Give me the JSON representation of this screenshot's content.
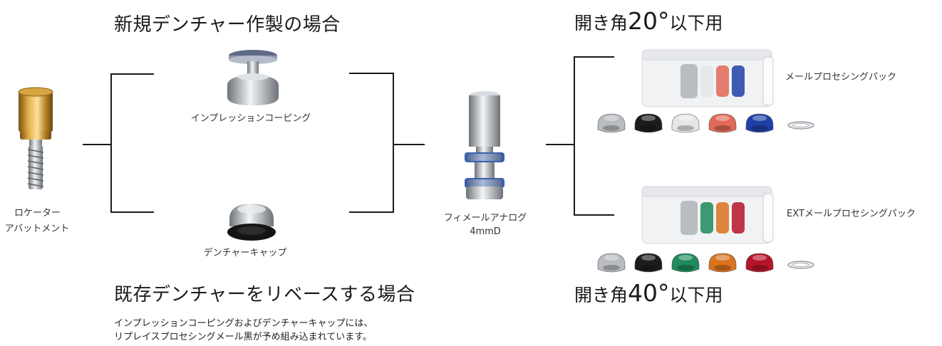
{
  "headings": {
    "new_denture": "新規デンチャー作製の場合",
    "existing_denture": "既存デンチャーをリベースする場合"
  },
  "angles": {
    "top": {
      "prefix": "開き角",
      "value": "20°",
      "suffix": "以下用"
    },
    "bottom": {
      "prefix": "開き角",
      "value": "40°",
      "suffix": "以下用"
    }
  },
  "parts": {
    "abutment": {
      "line1": "ロケーター",
      "line2": "アバットメント"
    },
    "impression_coping": "インプレッションコーピング",
    "denture_cap": "デンチャーキャップ",
    "analog": {
      "line1": "フィメールアナログ",
      "line2": "4mmD"
    },
    "male_pack": "メールプロセシングパック",
    "ext_male_pack": "EXTメールプロセシングパック"
  },
  "note": {
    "line1": "インプレッションコーピングおよびデンチャーキャップには、",
    "line2": "リプレイスプロセシングメール黒が予め組み込まれています。"
  },
  "colors": {
    "gold": "#c9962e",
    "silver": "#c8ccd0",
    "blue_band": "#3a5fae",
    "male_standard": [
      "#b9bcc0",
      "#1c1c1c",
      "#e4e6e8",
      "#e06a57",
      "#1f3fa6"
    ],
    "male_ext": [
      "#b9bcc0",
      "#1c1c1c",
      "#1f8a5a",
      "#d9731f",
      "#b5142a"
    ]
  }
}
